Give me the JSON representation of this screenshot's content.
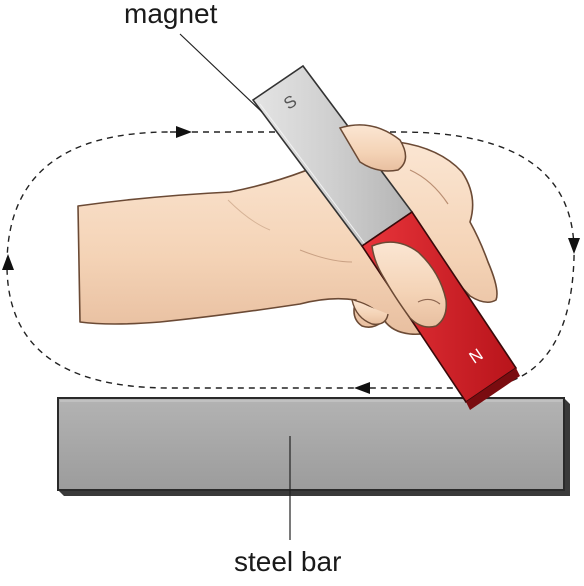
{
  "labels": {
    "magnet": "magnet",
    "steel_bar": "steel bar",
    "pole_south": "S",
    "pole_north": "N"
  },
  "colors": {
    "magnet_south": "#c9c9c9",
    "magnet_north": "#d8222a",
    "steel_bar_face": "#a6a6a6",
    "skin": "#f6d8bf",
    "path_line": "#222222"
  },
  "icons": {
    "path_arrows": "arrowhead-icon"
  }
}
